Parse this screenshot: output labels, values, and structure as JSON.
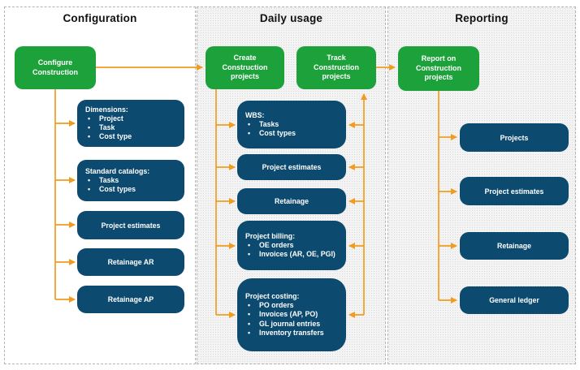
{
  "colors": {
    "green": "#1DA23B",
    "navy": "#0C4A70",
    "orange": "#F29C1F",
    "panel_fill": "#F3F3F3"
  },
  "panels": {
    "configuration": {
      "title": "Configuration",
      "configure_label": "Configure Construction",
      "dimensions": {
        "title": "Dimensions:",
        "bullets": [
          "Project",
          "Task",
          "Cost type"
        ]
      },
      "standard_catalogs": {
        "title": "Standard catalogs:",
        "bullets": [
          "Tasks",
          "Cost types"
        ]
      },
      "project_estimates": "Project estimates",
      "retainage_ar": "Retainage AR",
      "retainage_ap": "Retainage AP"
    },
    "daily_usage": {
      "title": "Daily usage",
      "create_label": "Create Construction projects",
      "track_label": "Track Construction projects",
      "wbs": {
        "title": "WBS:",
        "bullets": [
          "Tasks",
          "Cost types"
        ]
      },
      "project_estimates": "Project estimates",
      "retainage": "Retainage",
      "project_billing": {
        "title": "Project billing:",
        "bullets": [
          "OE orders",
          "Invoices (AR, OE, PGI)"
        ]
      },
      "project_costing": {
        "title": "Project costing:",
        "bullets": [
          "PO orders",
          "Invoices (AP, PO)",
          "GL journal entries",
          "Inventory transfers"
        ]
      }
    },
    "reporting": {
      "title": "Reporting",
      "report_label": "Report on Construction projects",
      "projects": "Projects",
      "project_estimates": "Project estimates",
      "retainage": "Retainage",
      "general_ledger": "General ledger"
    }
  }
}
